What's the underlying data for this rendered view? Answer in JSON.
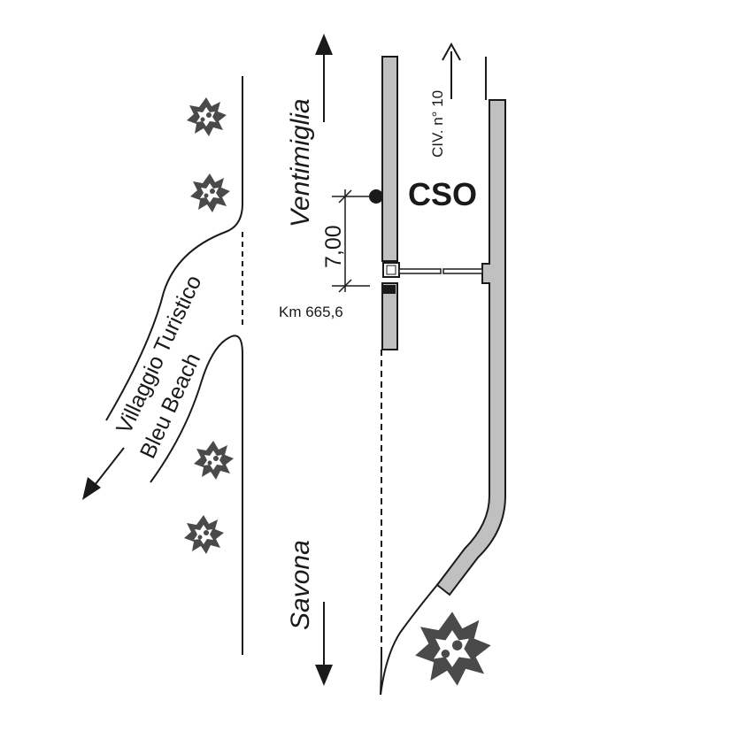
{
  "labels": {
    "north": "Ventimiglia",
    "south": "Savona",
    "village_line1": "Villaggio Turistico",
    "village_line2": "Bleu Beach",
    "cso": "CSO",
    "civic": "CIV. n° 10",
    "km": "Km 665,6",
    "distance": "7,00"
  },
  "colors": {
    "line": "#1a1a1a",
    "wall_fill": "#c0c0c0",
    "tree": "#4a4a4a"
  },
  "icons": {
    "tree": "tree-icon",
    "arrow": "arrow-icon",
    "point": "point-marker"
  }
}
